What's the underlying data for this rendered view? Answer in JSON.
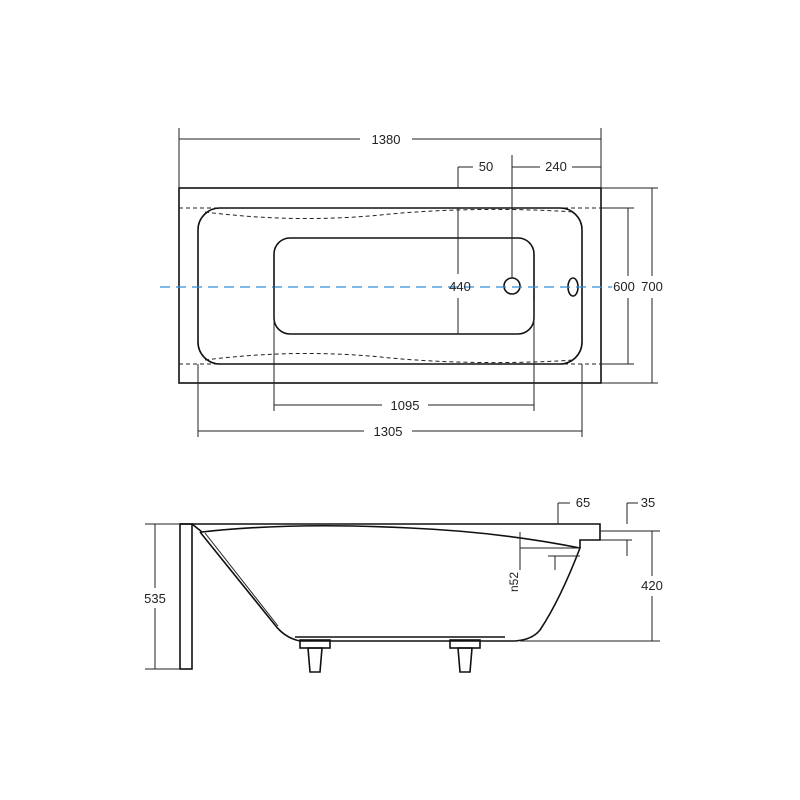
{
  "dimensions": {
    "top": {
      "length": "1380",
      "overflow_offset": "50",
      "drain_offset": "240",
      "width": "700",
      "inner_width": "600",
      "floor_width": "440",
      "floor_length": "1095",
      "inner_length": "1305"
    },
    "side": {
      "rim_edge": "65",
      "rim_thickness": "35",
      "overflow_diameter": "n52",
      "depth": "420",
      "total_height": "535"
    }
  },
  "colors": {
    "outline": "#111111",
    "centerline": "#2f8fd6"
  }
}
